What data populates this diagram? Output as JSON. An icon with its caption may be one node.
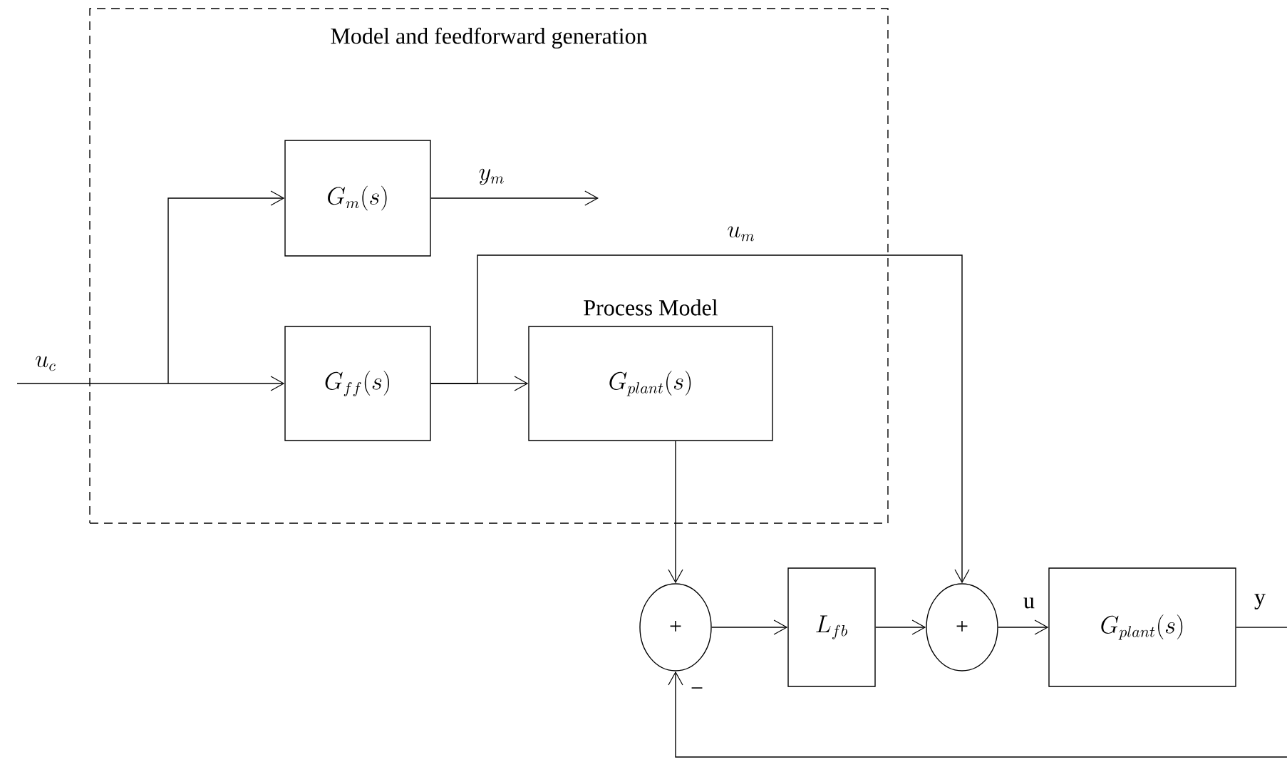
{
  "diagram": {
    "nodes": [
      {
        "text": [
          "Model and feedforward generation"
        ]
      },
      {
        "text": [
          "G_m(s)"
        ],
        "in": 0
      },
      {
        "text": [
          "G_{ff}(s)"
        ],
        "in": 0
      },
      {
        "text": [
          "Process Model",
          "G_{plant}(s)"
        ],
        "in": 0
      },
      {
        "text": [
          "+"
        ]
      },
      {
        "text": [
          "L_{fb}"
        ]
      },
      {
        "text": [
          "+"
        ]
      },
      {
        "text": [
          "G_{plant}(s)"
        ]
      }
    ],
    "edges": [
      {
        "from": null,
        "to": 1,
        "arrow": "to"
      },
      {
        "from": null,
        "to": 2,
        "arrow": "to",
        "label": "u_c"
      },
      {
        "from": 1,
        "to": null,
        "arrow": "to",
        "label": "y_m"
      },
      {
        "from": 2,
        "to": 3,
        "arrow": "to"
      },
      {
        "from": 2,
        "to": 6,
        "arrow": "to",
        "label": "u_m"
      },
      {
        "from": 3,
        "to": 4,
        "arrow": "to"
      },
      {
        "from": 4,
        "to": 5,
        "arrow": "to"
      },
      {
        "from": 5,
        "to": 6,
        "arrow": "to"
      },
      {
        "from": 6,
        "to": 7,
        "arrow": "to",
        "label": "u"
      },
      {
        "from": 7,
        "to": null,
        "arrow": "none",
        "label": "y"
      },
      {
        "from": null,
        "to": 4,
        "arrow": "to",
        "label": "−"
      }
    ]
  }
}
